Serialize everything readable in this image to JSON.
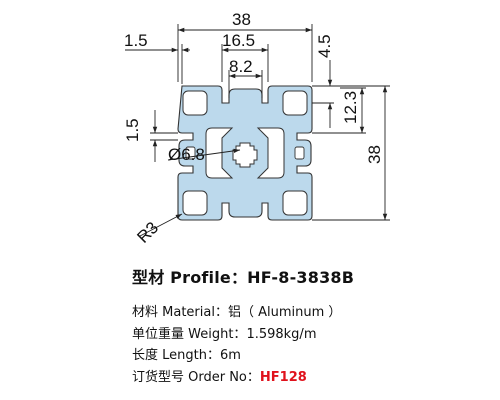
{
  "colors": {
    "profile_fill": "#bcd9ec",
    "profile_stroke": "#333333",
    "line": "#222222",
    "highlight": "#e0121c"
  },
  "dimensions": {
    "overall_width": "38",
    "slot_outer": "16.5",
    "slot_inner": "8.2",
    "left_1_5": "1.5",
    "top_4_5": "4.5",
    "right_12_3": "12.3",
    "right_38": "38",
    "left_mid_1_5": "1.5",
    "center_hole": "Ø6.8",
    "corner_radius": "R3"
  },
  "spec": {
    "title": "型材 Profile：HF-8-3838B",
    "material_label": "材料 Material：",
    "material_value": "铝（ Aluminum ）",
    "weight_label": "单位重量 Weight：",
    "weight_value": "1.598kg/m",
    "length_label": "长度 Length：",
    "length_value": "6m",
    "order_label": "订货型号 Order No：",
    "order_value": "HF128"
  }
}
